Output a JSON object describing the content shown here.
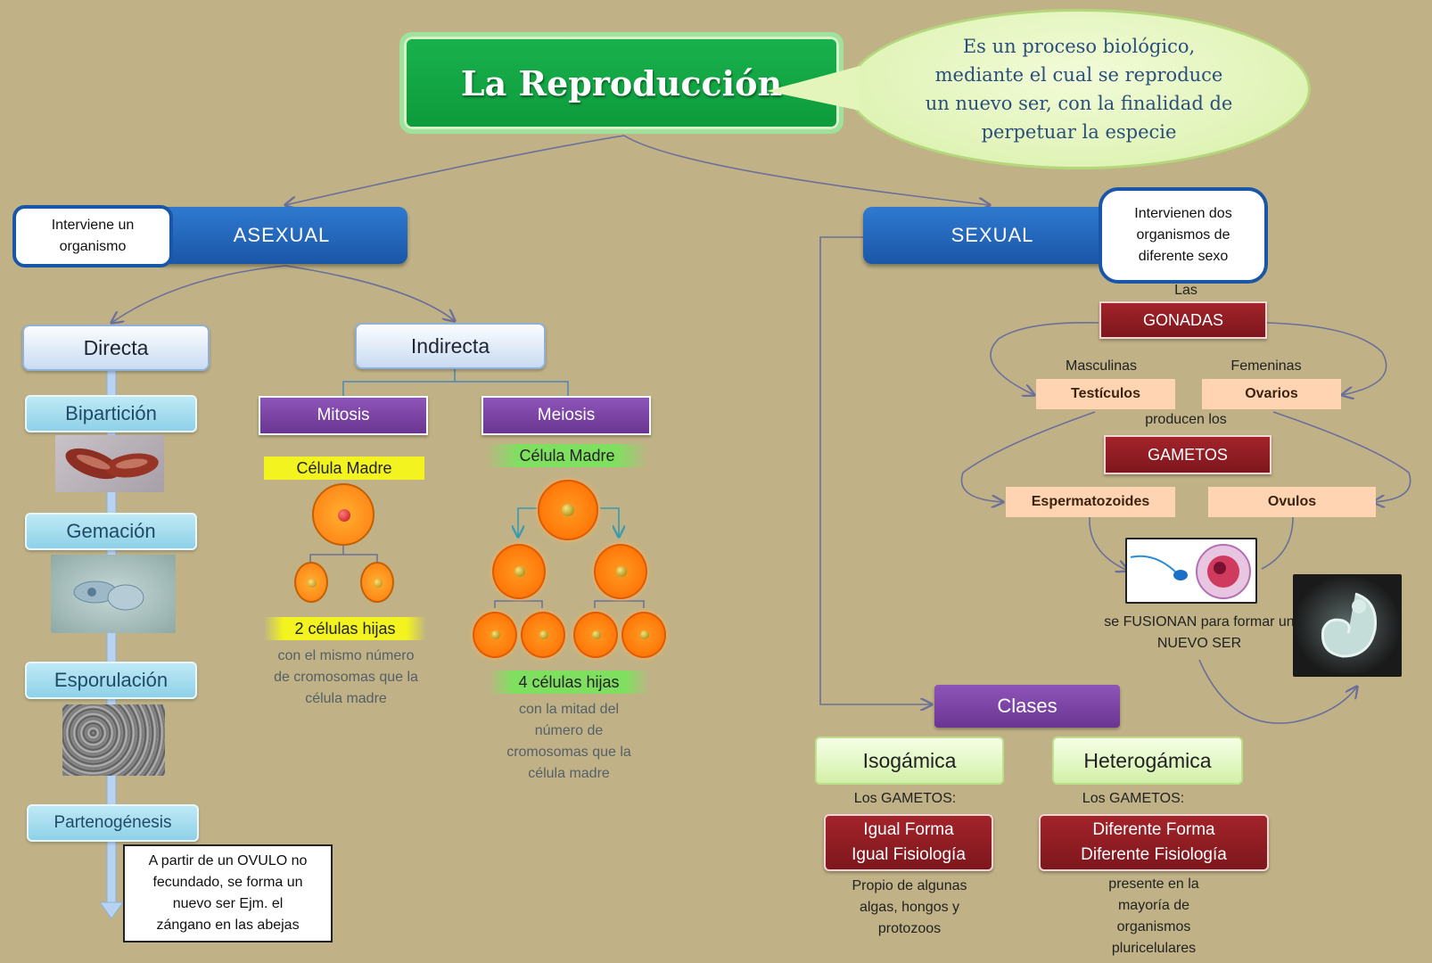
{
  "title": "La Reproducción",
  "definition": [
    "Es un proceso biológico,",
    "mediante el cual se reproduce",
    "un nuevo ser, con la finalidad de",
    "perpetuar la especie"
  ],
  "asexual": {
    "label": "ASEXUAL",
    "note": [
      "Interviene un",
      "organismo"
    ],
    "directa": {
      "label": "Directa",
      "types": [
        "Bipartición",
        "Gemación",
        "Esporulación",
        "Partenogénesis"
      ],
      "partenogenesis_note": [
        "A partir de un OVULO no",
        "fecundado, se forma un",
        "nuevo ser  Ejm. el",
        "zángano en las abejas"
      ]
    },
    "indirecta": {
      "label": "Indirecta",
      "mitosis": {
        "label": "Mitosis",
        "mother": "Célula Madre",
        "daughters": "2 células hijas",
        "desc": [
          "con el mismo número",
          "de cromosomas que la",
          "célula madre"
        ]
      },
      "meiosis": {
        "label": "Meiosis",
        "mother": "Célula Madre",
        "daughters": "4 células hijas",
        "desc": [
          "con  la  mitad del",
          "número de",
          "cromosomas que la",
          "célula madre"
        ]
      }
    }
  },
  "sexual": {
    "label": "SEXUAL",
    "note": [
      "Intervienen dos",
      "organismos de",
      "diferente sexo"
    ],
    "las": "Las",
    "gonadas": "GONADAS",
    "masculinas": "Masculinas",
    "femeninas": "Femeninas",
    "testiculos": "Testículos",
    "ovarios": "Ovarios",
    "producen": "producen los",
    "gametos": "GAMETOS",
    "espermatozoides": "Espermatozoides",
    "ovulos": "Ovulos",
    "fusionan": [
      "se FUSIONAN para formar un",
      "NUEVO SER"
    ],
    "clases": {
      "label": "Clases",
      "isogamica": {
        "label": "Isogámica",
        "gametos": "Los GAMETOS:",
        "box": [
          "Igual Forma",
          "Igual Fisiología"
        ],
        "desc": [
          "Propio de algunas",
          "algas, hongos y",
          "protozoos"
        ]
      },
      "heterogamica": {
        "label": "Heterogámica",
        "gametos": "Los GAMETOS:",
        "box": [
          "Diferente Forma",
          "Diferente Fisiología"
        ],
        "desc": [
          "presente en la",
          "mayoría de",
          "organismos",
          "pluricelulares"
        ]
      }
    }
  },
  "colors": {
    "background": "#c0b286",
    "title_green": "#0d9a3b",
    "asexual_blue": "#1a56a8",
    "purple": "#6a3592",
    "dark_red": "#7d171d",
    "peach": "#ffd4b2",
    "cell_orange": "#ff7a10",
    "line": "#6b6f9a"
  }
}
